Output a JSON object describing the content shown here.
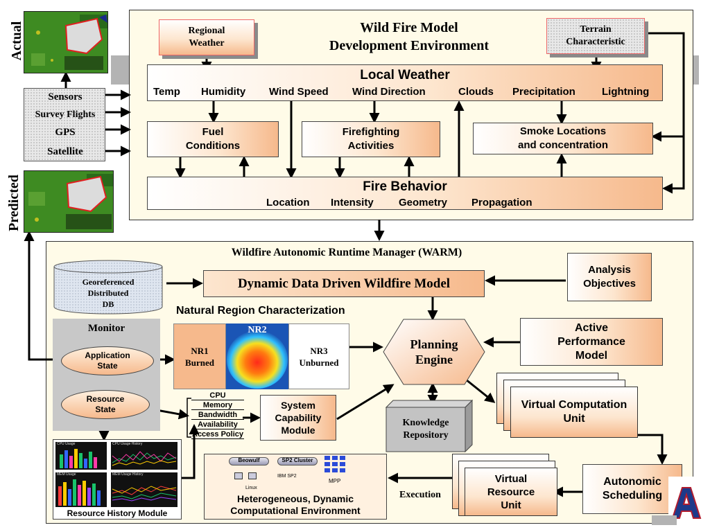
{
  "side_labels": {
    "actual": "Actual",
    "predicted": "Predicted"
  },
  "sensors": [
    "Sensors",
    "Survey Flights",
    "GPS",
    "Satellite"
  ],
  "dev_env": {
    "title": "Wild Fire Model\nDevelopment Environment",
    "regional_weather": "Regional\nWeather",
    "terrain": "Terrain\nCharacteristic",
    "local_weather": {
      "title": "Local Weather",
      "items": [
        "Temp",
        "Humidity",
        "Wind Speed",
        "Wind Direction",
        "Clouds",
        "Precipitation",
        "Lightning"
      ]
    },
    "fuel": "Fuel\nConditions",
    "firefighting": "Firefighting\nActivities",
    "smoke": "Smoke Locations\nand concentration",
    "fire_behavior": {
      "title": "Fire Behavior",
      "items": [
        "Location",
        "Intensity",
        "Geometry",
        "Propagation"
      ]
    }
  },
  "warm": {
    "title": "Wildfire Autonomic Runtime Manager (WARM)",
    "db": "Georeferenced\nDistributed\nDB",
    "dddwm": "Dynamic Data Driven Wildfire Model",
    "analysis": "Analysis\nObjectives",
    "nrc_title": "Natural Region Characterization",
    "nr1": "NR1\nBurned",
    "nr2": "NR2",
    "nr3": "NR3\nUnburned",
    "monitor": "Monitor",
    "app_state": "Application\nState",
    "resource_state": "Resource\nState",
    "planning": "Planning\nEngine",
    "active_perf": "Active\nPerformance\nModel",
    "capabilities": [
      "CPU",
      "Memory",
      "Bandwidth",
      "Availability",
      "Access Policy"
    ],
    "system_cap": "System\nCapability\nModule",
    "knowledge": "Knowledge\nRepository",
    "vcu": "Virtual Computation\nUnit",
    "vru": "Virtual\nResource\nUnit",
    "autonomic": "Autonomic\nScheduling",
    "execution": "Execution",
    "hetero": "Heterogeneous, Dynamic\nComputational Environment",
    "beowulf": "Beowulf",
    "sp2": "SP2 Cluster",
    "linux": "Linux",
    "ibm": "IBM SP2",
    "mpp": "MPP",
    "rhm": "Resource History Module",
    "chart_titles": [
      "CPU Usage",
      "CPU Usage History",
      "MEM Usage",
      "MEM Usage History"
    ]
  }
}
